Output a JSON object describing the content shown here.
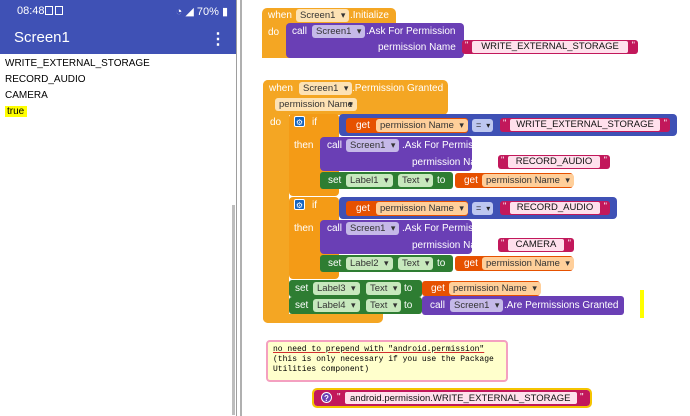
{
  "status_bar": {
    "time": "08:48",
    "battery": "70%"
  },
  "app": {
    "title": "Screen1",
    "menu_glyph": "⋮"
  },
  "labels": [
    "WRITE_EXTERNAL_STORAGE",
    "RECORD_AUDIO",
    "CAMERA",
    "true"
  ],
  "init_block": {
    "when": "when",
    "component": "Screen1",
    "event": ".Initialize",
    "do": "do",
    "call": "call",
    "method": ".Ask For Permission",
    "param": "permission Name",
    "value": "WRITE_EXTERNAL_STORAGE"
  },
  "granted_block": {
    "when": "when",
    "component": "Screen1",
    "event": ".Permission Granted",
    "param_name": "permission Name",
    "do": "do",
    "if1": {
      "if": "if",
      "get": "get",
      "var": "permission Name",
      "op": "=",
      "value": "WRITE_EXTERNAL_STORAGE",
      "then": "then",
      "call": "call",
      "component": "Screen1",
      "method": ".Ask For Permission",
      "param": "permission Name",
      "param_value": "RECORD_AUDIO",
      "set": "set",
      "label": "Label1",
      "prop": "Text",
      "to": "to",
      "get2": "get",
      "var2": "permission Name"
    },
    "if2": {
      "if": "if",
      "get": "get",
      "var": "permission Name",
      "op": "=",
      "value": "RECORD_AUDIO",
      "then": "then",
      "call": "call",
      "component": "Screen1",
      "method": ".Ask For Permission",
      "param": "permission Name",
      "param_value": "CAMERA",
      "set": "set",
      "label": "Label2",
      "prop": "Text",
      "to": "to",
      "get2": "get",
      "var2": "permission Name"
    },
    "set3": {
      "set": "set",
      "label": "Label3",
      "prop": "Text",
      "to": "to",
      "get": "get",
      "var": "permission Name"
    },
    "set4": {
      "set": "set",
      "label": "Label4",
      "prop": "Text",
      "to": "to",
      "call": "call",
      "component": "Screen1",
      "method": ".Are Permissions Granted"
    }
  },
  "comment": {
    "line1": "no need to prepend with \"android.permission\"",
    "line2": "(this is only necessary if you use the Package",
    "line3": "Utilities component)"
  },
  "loose_block": {
    "icon": "?",
    "value": "android.permission.WRITE_EXTERNAL_STORAGE"
  },
  "colors": {
    "event": "#f4a623",
    "procedure": "#6a3fb5",
    "setter": "#2e7d32",
    "text": "#c2185b",
    "control": "#f49b16",
    "getter": "#e65100",
    "logic": "#3f51b5",
    "appbar": "#3f51b5"
  }
}
